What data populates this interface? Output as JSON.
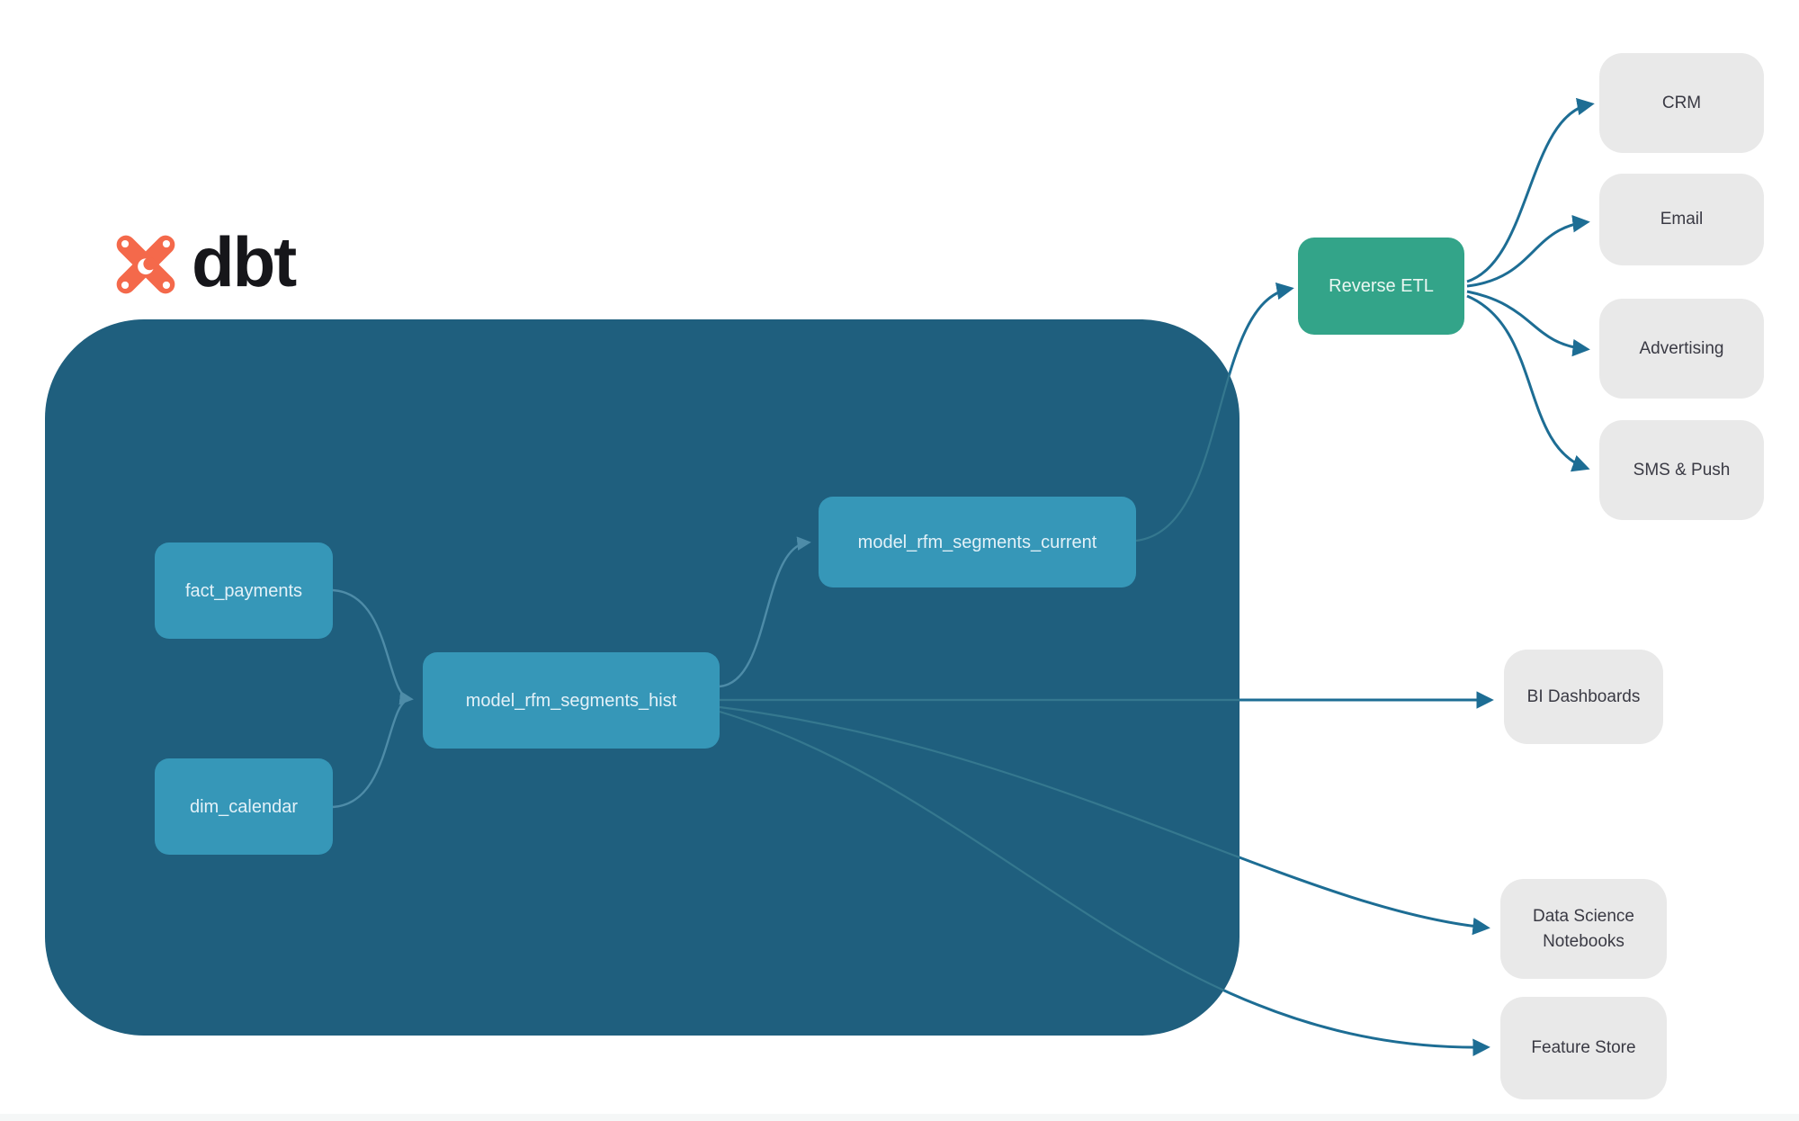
{
  "logo": {
    "brand": "dbt",
    "icon": "dbt-star-icon",
    "icon_color": "#F4694B"
  },
  "pipeline": {
    "container_color": "#1F5F7E",
    "node_color": "#3697B8",
    "nodes": {
      "fact_payments": {
        "label": "fact_payments"
      },
      "dim_calendar": {
        "label": "dim_calendar"
      },
      "model_rfm_segments_hist": {
        "label": "model_rfm_segments_hist"
      },
      "model_rfm_segments_current": {
        "label": "model_rfm_segments_current"
      }
    }
  },
  "reverse_etl": {
    "label": "Reverse ETL",
    "color": "#33A489"
  },
  "destinations": {
    "color": "#E9E9E9",
    "items": {
      "crm": {
        "label": "CRM"
      },
      "email": {
        "label": "Email"
      },
      "advertising": {
        "label": "Advertising"
      },
      "sms_push": {
        "label": "SMS & Push"
      }
    }
  },
  "outputs": {
    "items": {
      "bi_dashboards": {
        "label": "BI Dashboards"
      },
      "data_science_notebooks": {
        "label": "Data Science Notebooks"
      },
      "feature_store": {
        "label": "Feature Store"
      }
    }
  },
  "edges": [
    {
      "from": "fact_payments",
      "to": "model_rfm_segments_hist"
    },
    {
      "from": "dim_calendar",
      "to": "model_rfm_segments_hist"
    },
    {
      "from": "model_rfm_segments_hist",
      "to": "model_rfm_segments_current"
    },
    {
      "from": "model_rfm_segments_current",
      "to": "reverse_etl"
    },
    {
      "from": "reverse_etl",
      "to": "crm"
    },
    {
      "from": "reverse_etl",
      "to": "email"
    },
    {
      "from": "reverse_etl",
      "to": "advertising"
    },
    {
      "from": "reverse_etl",
      "to": "sms_push"
    },
    {
      "from": "model_rfm_segments_hist",
      "to": "bi_dashboards"
    },
    {
      "from": "model_rfm_segments_hist",
      "to": "data_science_notebooks"
    },
    {
      "from": "model_rfm_segments_hist",
      "to": "feature_store"
    }
  ],
  "edge_color": "#1D6D94"
}
